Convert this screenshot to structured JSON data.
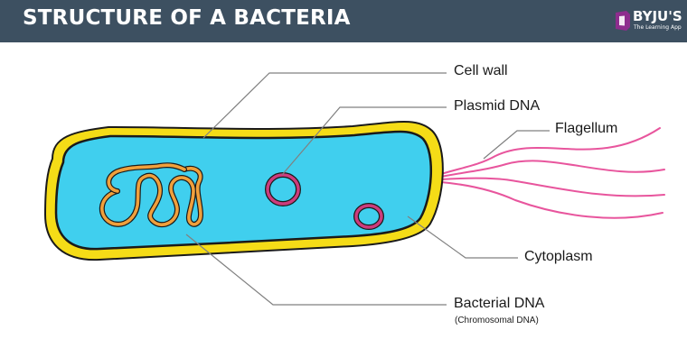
{
  "header": {
    "title": "STRUCTURE OF A BACTERIA",
    "logo_text": "BYJU'S",
    "logo_tagline": "The Learning App"
  },
  "labels": {
    "cell_wall": "Cell wall",
    "plasmid_dna": "Plasmid DNA",
    "flagellum": "Flagellum",
    "cytoplasm": "Cytoplasm",
    "bacterial_dna": "Bacterial DNA",
    "bacterial_dna_sub": "(Chromosomal DNA)"
  },
  "colors": {
    "header_bg": "#3d5061",
    "cell_wall": "#f5dc17",
    "cytoplasm": "#40cfee",
    "membrane_outline": "#1a1a1a",
    "plasmid": "#cc3c7d",
    "chromosome": "#f0a03c",
    "flagellum": "#e8559d",
    "leader_line": "#808080",
    "logo_mark": "#8e2d8e"
  }
}
